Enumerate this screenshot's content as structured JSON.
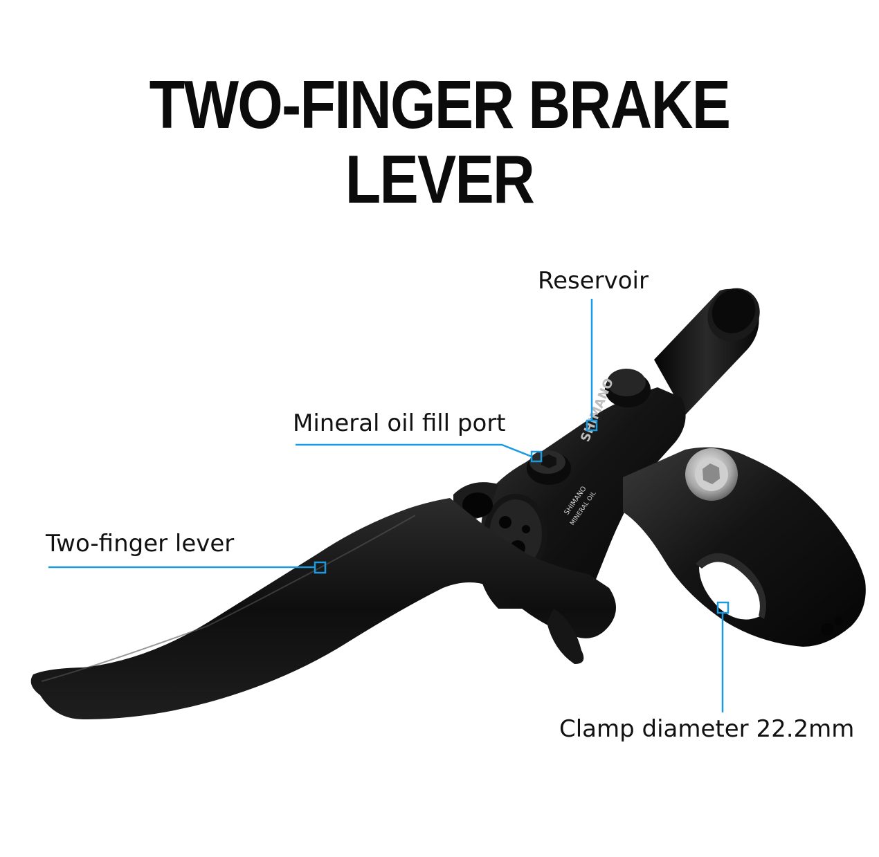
{
  "title": "TWO-FINGER BRAKE LEVER",
  "callouts": {
    "reservoir": "Reservoir",
    "fill_port": "Mineral oil fill port",
    "lever": "Two-finger lever",
    "clamp": "Clamp diameter 22.2mm"
  },
  "product_markings": {
    "brand": "SHIMANO",
    "body_text_1": "SHIMANO",
    "body_text_2": "MINERAL OIL"
  },
  "colors": {
    "callout_line": "#1a9be0",
    "title": "#0b0b0b",
    "product_body": "#111111"
  }
}
